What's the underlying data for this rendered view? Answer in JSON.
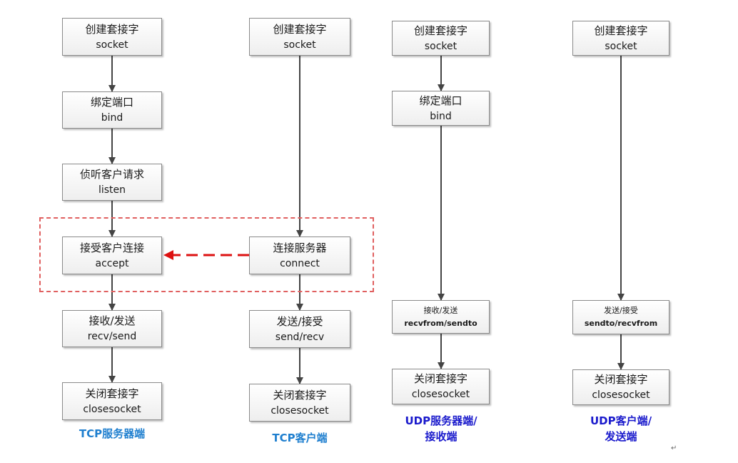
{
  "colors": {
    "box_border": "#8a8a8a",
    "arrow": "#444444",
    "highlight_dashed": "#e06060",
    "highlight_arrow": "#dd1111",
    "tcp_caption": "#1f7fcf",
    "udp_caption": "#1a1acc"
  },
  "tcp_server": {
    "socket": {
      "cn": "创建套接字",
      "en": "socket"
    },
    "bind": {
      "cn": "绑定端口",
      "en": "bind"
    },
    "listen": {
      "cn": "侦听客户请求",
      "en": "listen"
    },
    "accept": {
      "cn": "接受客户连接",
      "en": "accept"
    },
    "recv_send": {
      "cn": "接收/发送",
      "en": "recv/send"
    },
    "close": {
      "cn": "关闭套接字",
      "en": "closesocket"
    },
    "caption": "TCP服务器端"
  },
  "tcp_client": {
    "socket": {
      "cn": "创建套接字",
      "en": "socket"
    },
    "connect": {
      "cn": "连接服务器",
      "en": "connect"
    },
    "send_recv": {
      "cn": "发送/接受",
      "en": "send/recv"
    },
    "close": {
      "cn": "关闭套接字",
      "en": "closesocket"
    },
    "caption": "TCP客户端"
  },
  "udp_server": {
    "socket": {
      "cn": "创建套接字",
      "en": "socket"
    },
    "bind": {
      "cn": "绑定端口",
      "en": "bind"
    },
    "recvfrom_sendto": {
      "cn": "接收/发送",
      "en": "recvfrom/sendto"
    },
    "close": {
      "cn": "关闭套接字",
      "en": "closesocket"
    },
    "caption_line1": "UDP服务器端/",
    "caption_line2": "接收端"
  },
  "udp_client": {
    "socket": {
      "cn": "创建套接字",
      "en": "socket"
    },
    "sendto_recvfrom": {
      "cn": "发送/接受",
      "en": "sendto/recvfrom"
    },
    "close": {
      "cn": "关闭套接字",
      "en": "closesocket"
    },
    "caption_line1": "UDP客户端/",
    "caption_line2": "发送端"
  },
  "corner_mark": "↵"
}
